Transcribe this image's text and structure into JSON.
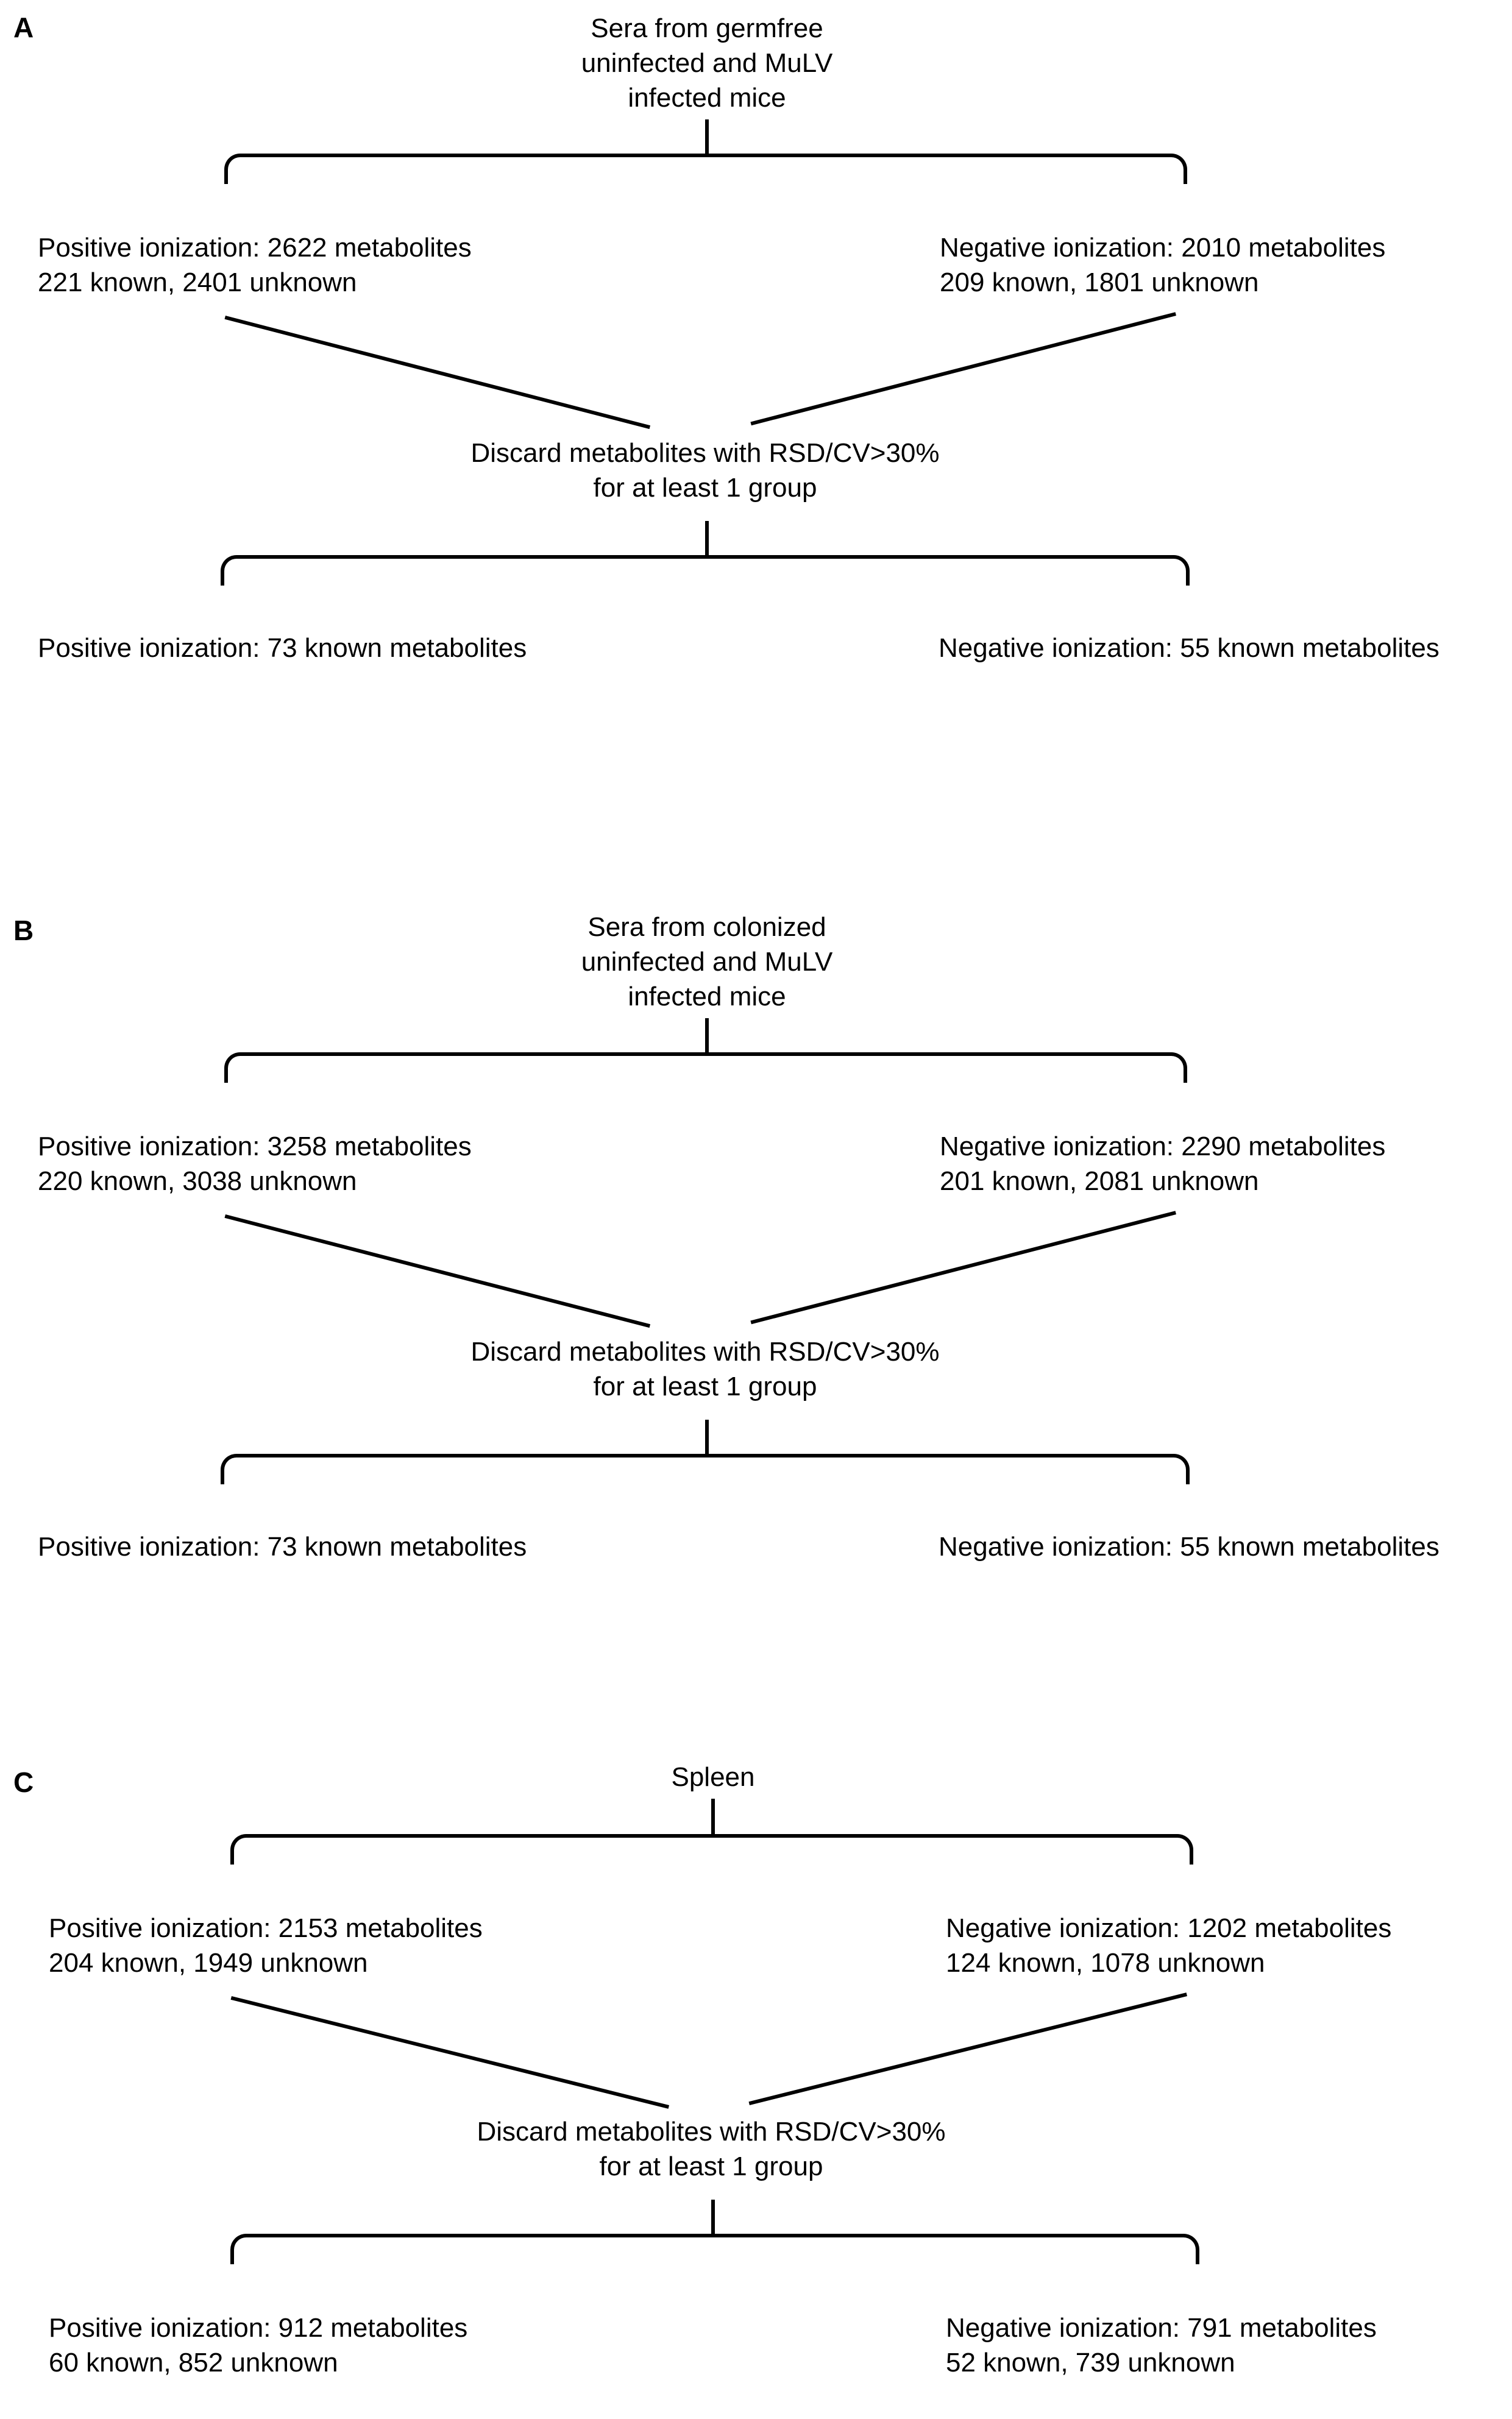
{
  "figure": {
    "panels": [
      {
        "letter": "A",
        "top_label": "Sera from germfree\nuninfected and MuLV\ninfected mice",
        "left_node": "Positive ionization: 2622 metabolites\n221 known, 2401 unknown",
        "right_node": "Negative ionization: 2010 metabolites\n209 known, 1801 unknown",
        "filter_node": "Discard metabolites with RSD/CV>30%\nfor at least 1 group",
        "left_result": "Positive ionization: 73 known metabolites",
        "right_result": "Negative ionization: 55 known metabolites"
      },
      {
        "letter": "B",
        "top_label": "Sera from colonized\nuninfected and MuLV\ninfected mice",
        "left_node": "Positive ionization: 3258 metabolites\n220 known, 3038 unknown",
        "right_node": "Negative ionization: 2290 metabolites\n201 known, 2081 unknown",
        "filter_node": "Discard metabolites with RSD/CV>30%\nfor at least 1 group",
        "left_result": "Positive ionization: 73 known metabolites",
        "right_result": "Negative ionization: 55 known metabolites"
      },
      {
        "letter": "C",
        "top_label": "Spleen",
        "left_node": "Positive ionization: 2153 metabolites\n204 known, 1949 unknown",
        "right_node": "Negative ionization: 1202 metabolites\n124 known, 1078 unknown",
        "filter_node": "Discard metabolites with RSD/CV>30%\nfor at least 1 group",
        "left_result": "Positive ionization: 912 metabolites\n60 known, 852 unknown",
        "right_result": "Negative ionization: 791 metabolites\n52 known, 739 unknown"
      }
    ],
    "colors": {
      "line": "#000000",
      "text": "#000000",
      "background": "#ffffff"
    }
  }
}
